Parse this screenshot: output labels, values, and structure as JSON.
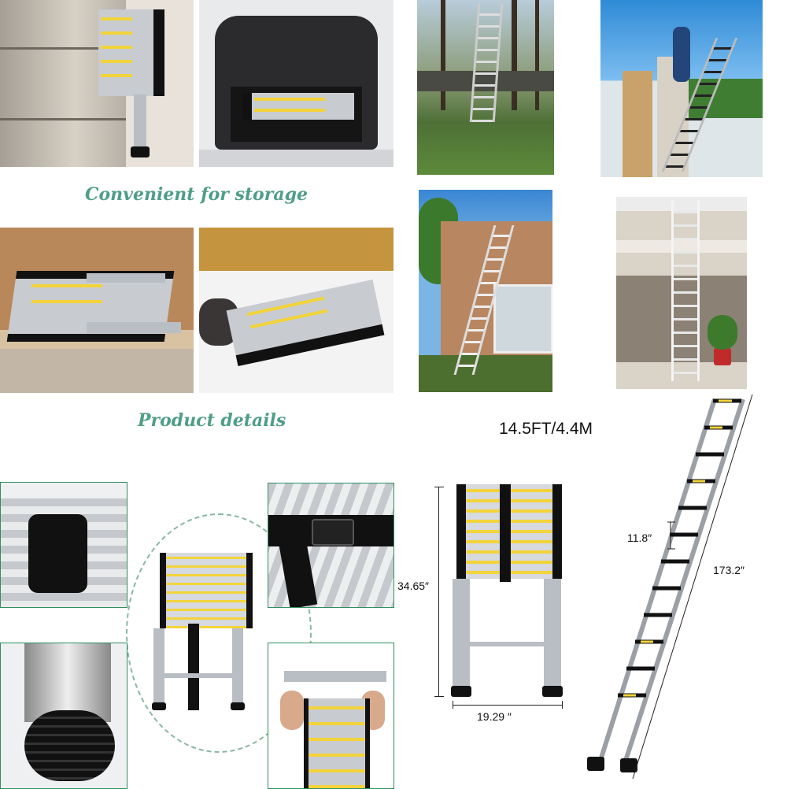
{
  "captions": {
    "storage": "Convenient for storage",
    "details": "Product details"
  },
  "spec": {
    "title": "14.5FT/4.4M",
    "height_closed": "34.65″",
    "width": "19.29 ″",
    "rung_spacing": "11.8″",
    "length_extended": "173.2″"
  },
  "colors": {
    "caption": "#4f9e86",
    "ladder_yellow": "#f2d43a",
    "ladder_black": "#111111",
    "ladder_silver": "#b9bec4"
  }
}
